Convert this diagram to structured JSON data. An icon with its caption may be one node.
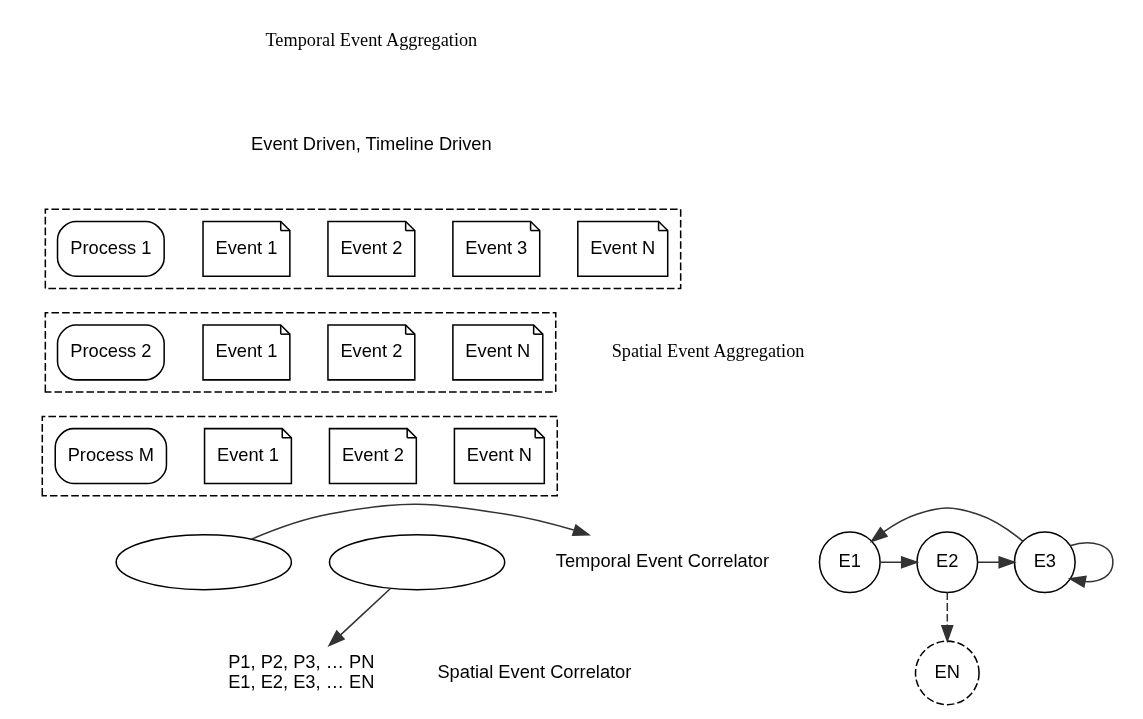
{
  "diagram": {
    "nodes": [
      {
        "text": [],
        "shape": "box"
      },
      {
        "text": [
          "Process 1"
        ],
        "in": 0
      },
      {
        "text": [
          "Event 1"
        ],
        "in": 0
      },
      {
        "text": [
          "Event 2"
        ],
        "in": 0
      },
      {
        "text": [
          "Event 3"
        ],
        "in": 0
      },
      {
        "text": [
          "Event N"
        ],
        "in": 0
      },
      {
        "text": [],
        "shape": "box"
      },
      {
        "text": [
          "Process 2"
        ],
        "in": 6
      },
      {
        "text": [
          "Event 1"
        ],
        "in": 6
      },
      {
        "text": [
          "Event 2"
        ],
        "in": 6
      },
      {
        "text": [
          "Event N"
        ],
        "in": 6
      },
      {
        "text": [],
        "shape": "box"
      },
      {
        "text": [
          "Process M"
        ],
        "in": 11
      },
      {
        "text": [
          "Event 1"
        ],
        "in": 11
      },
      {
        "text": [
          "Event 2"
        ],
        "in": 11
      },
      {
        "text": [
          "Event N"
        ],
        "in": 11
      },
      {
        "text": [],
        "shape": "ellipse"
      },
      {
        "text": [],
        "shape": "ellipse"
      },
      {
        "text": [
          "Temporal Event Correlator"
        ]
      },
      {
        "text": [
          "E1"
        ]
      },
      {
        "text": [
          "E2"
        ]
      },
      {
        "text": [
          "E3"
        ]
      },
      {
        "text": [
          "EN"
        ]
      },
      {
        "text": [
          "P1, P2, P3, … PN",
          "E1, E2, E3, … EN"
        ]
      }
    ],
    "edges": [
      {
        "from": 16,
        "to": 18,
        "arrow": "to"
      },
      {
        "from": 19,
        "to": 20,
        "arrow": "to"
      },
      {
        "from": 20,
        "to": 21,
        "arrow": "to"
      },
      {
        "from": 20,
        "to": 22,
        "arrow": "to",
        "style": "dashed"
      },
      {
        "from": 21,
        "to": 21,
        "arrow": "to"
      },
      {
        "from": 21,
        "to": 19,
        "arrow": "to"
      },
      {
        "from": 17,
        "to": 23,
        "arrow": "to"
      }
    ],
    "labels": [
      "Temporal Event Aggregation",
      "Event Driven, Timeline Driven",
      "Spatial Event Aggregation",
      "Spatial Event Correlator"
    ]
  }
}
